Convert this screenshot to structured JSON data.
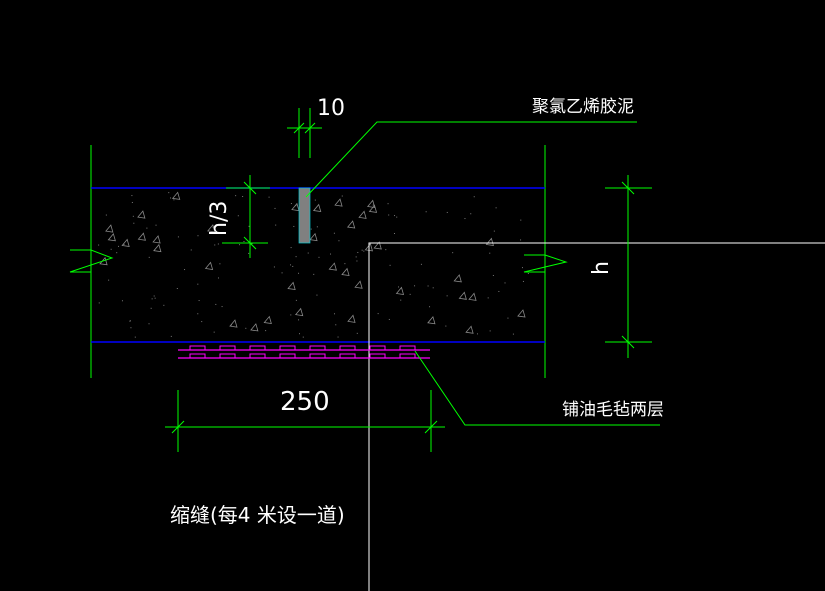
{
  "drawing": {
    "title_note": "缩缝(每4 米设一道)",
    "labels": {
      "sealant": "聚氯乙烯胶泥",
      "felt": "铺油毛毡两层"
    },
    "dimensions": {
      "joint_width": "10",
      "joint_depth": "h/3",
      "slab_thickness": "h",
      "felt_width": "250"
    }
  },
  "colors": {
    "background": "#000000",
    "slab_edge": "#0000ff",
    "dimension": "#00ff00",
    "felt": "#ff00ff",
    "joint_fill": "#808080",
    "text": "#ffffff"
  }
}
